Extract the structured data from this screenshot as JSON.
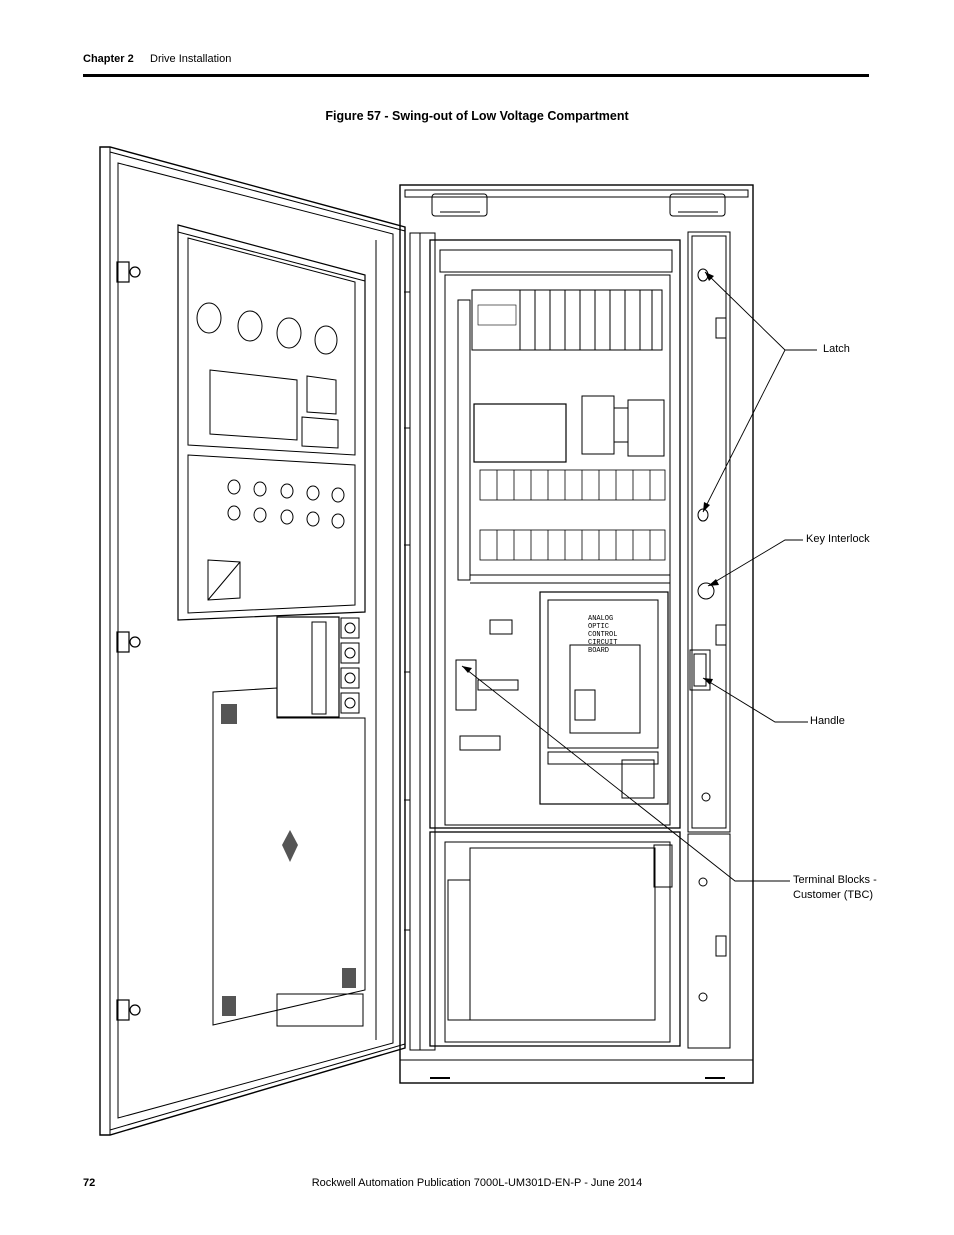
{
  "header": {
    "chapter": "Chapter 2",
    "section": "Drive Installation"
  },
  "figure": {
    "caption": "Figure 57 - Swing-out of Low Voltage Compartment",
    "callouts": {
      "latch": "Latch",
      "key_interlock": "Key Interlock",
      "handle": "Handle",
      "terminal_blocks_line1": "Terminal Blocks -",
      "terminal_blocks_line2": "Customer (TBC)"
    },
    "board_label": [
      "ANALOG",
      "OPTIC",
      "CONTROL",
      "CIRCUIT",
      "BOARD"
    ]
  },
  "footer": {
    "page_number": "72",
    "publication": "Rockwell Automation Publication 7000L-UM301D-EN-P - June 2014"
  }
}
